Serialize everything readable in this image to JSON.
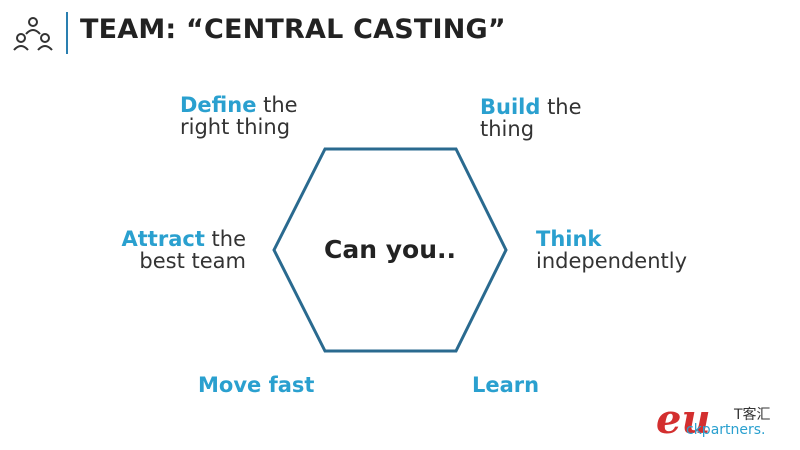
{
  "header": {
    "title": "TEAM: “CENTRAL CASTING”",
    "accent_color": "#2a7fb0"
  },
  "diagram": {
    "center_text": "Can you..",
    "highlight_color": "#2aa0cf",
    "hexagon_stroke_color": "#2a6a8f",
    "labels": {
      "define": {
        "highlight": "Define",
        "line1_rest": " the",
        "line2": "right thing"
      },
      "build": {
        "highlight": "Build",
        "line1_rest": " the",
        "line2": "thing"
      },
      "attract": {
        "highlight": "Attract",
        "line1_rest": " the",
        "line2": "best team"
      },
      "think": {
        "highlight": "Think",
        "line2": "independently"
      },
      "move": {
        "highlight": "Move fast"
      },
      "learn": {
        "highlight": "Learn"
      }
    }
  },
  "watermark": {
    "logo": "eu",
    "cn_text": "T客汇",
    "sub_text": "ckpartners."
  }
}
